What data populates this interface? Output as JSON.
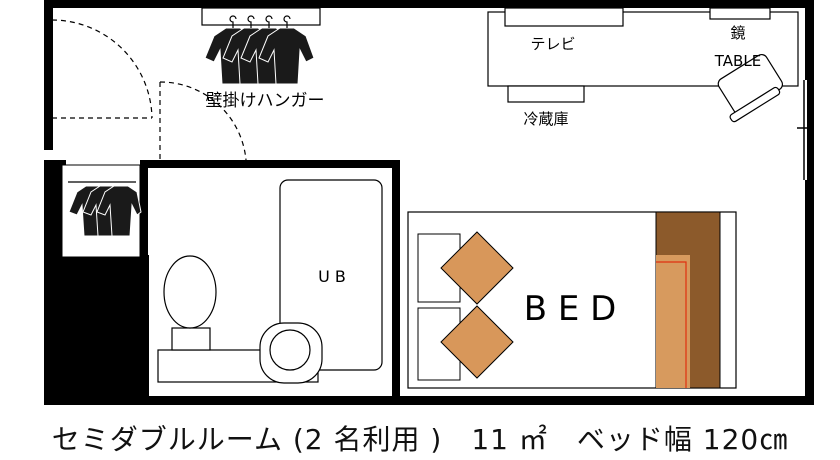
{
  "labels": {
    "hanger": "壁掛けハンガー",
    "tv": "テレビ",
    "mirror": "鏡",
    "table": "TABLE",
    "fridge": "冷蔵庫",
    "unit_bath": "U B",
    "bed": "B E D"
  },
  "caption": "セミダブルルーム (2 名利用 )　11 ㎡　ベッド幅 120㎝",
  "colors": {
    "wall": "#000000",
    "cushion": "#d8975a",
    "footboard_dark": "#8c5a2b",
    "footboard_light": "#d79a5e",
    "footboard_line": "#e03010",
    "hanger_cloth": "#1a1a1a"
  }
}
